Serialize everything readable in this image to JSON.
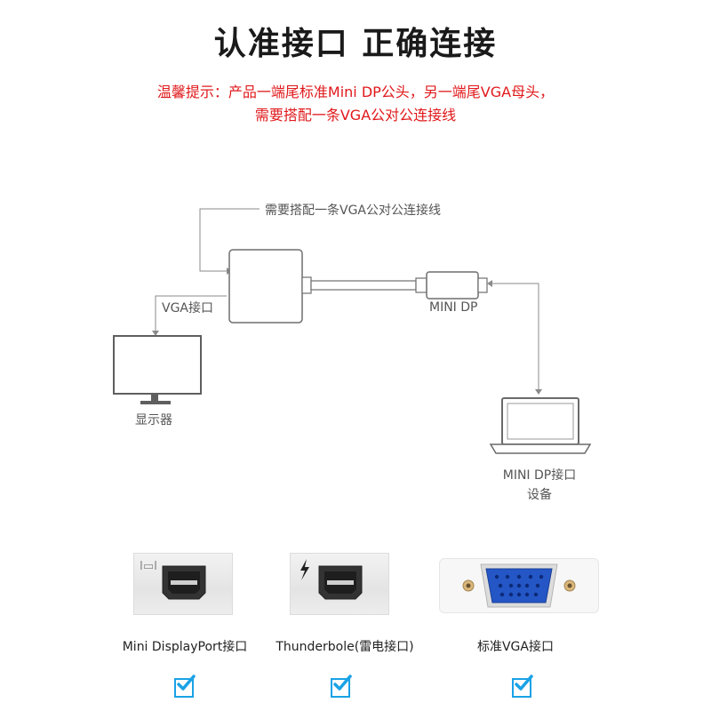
{
  "header": {
    "title": "认准接口 正确连接",
    "tip_line1": "温馨提示：产品一端尾标准Mini DP公头，另一端尾VGA母头，",
    "tip_line2": "需要搭配一条VGA公对公连接线"
  },
  "diagram": {
    "cable_note": "需要搭配一条VGA公对公连接线",
    "vga_port_label": "VGA接口",
    "monitor_label": "显示器",
    "minidp_label": "MINI DP",
    "device_label_line1": "MINI DP接口",
    "device_label_line2": "设备"
  },
  "ports": [
    {
      "label": "Mini DisplayPort接口",
      "icon": "mini-dp-port-icon",
      "checked": true
    },
    {
      "label": "Thunderbole(雷电接口)",
      "icon": "thunderbolt-port-icon",
      "checked": true
    },
    {
      "label": "标准VGA接口",
      "icon": "vga-port-icon",
      "checked": true
    }
  ],
  "colors": {
    "accent_red": "#e0181b",
    "check_blue": "#1aa2e6",
    "vga_blue": "#2456c6"
  }
}
